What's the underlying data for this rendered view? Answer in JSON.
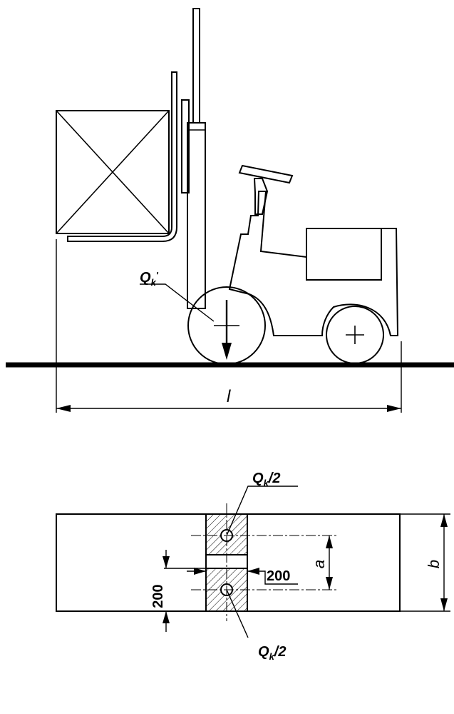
{
  "labels": {
    "wheel_load_side": "Q",
    "wheel_load_side_sub": "k",
    "wheel_load_side_prime": "'",
    "length_dim": "l",
    "top_load_main": "Q",
    "top_load_sub": "k",
    "top_load_suffix": "/2",
    "bottom_load_main": "Q",
    "bottom_load_sub": "k",
    "bottom_load_suffix": "/2",
    "dim_width_200": "200",
    "dim_height_200": "200",
    "dim_a": "a",
    "dim_b": "b"
  }
}
